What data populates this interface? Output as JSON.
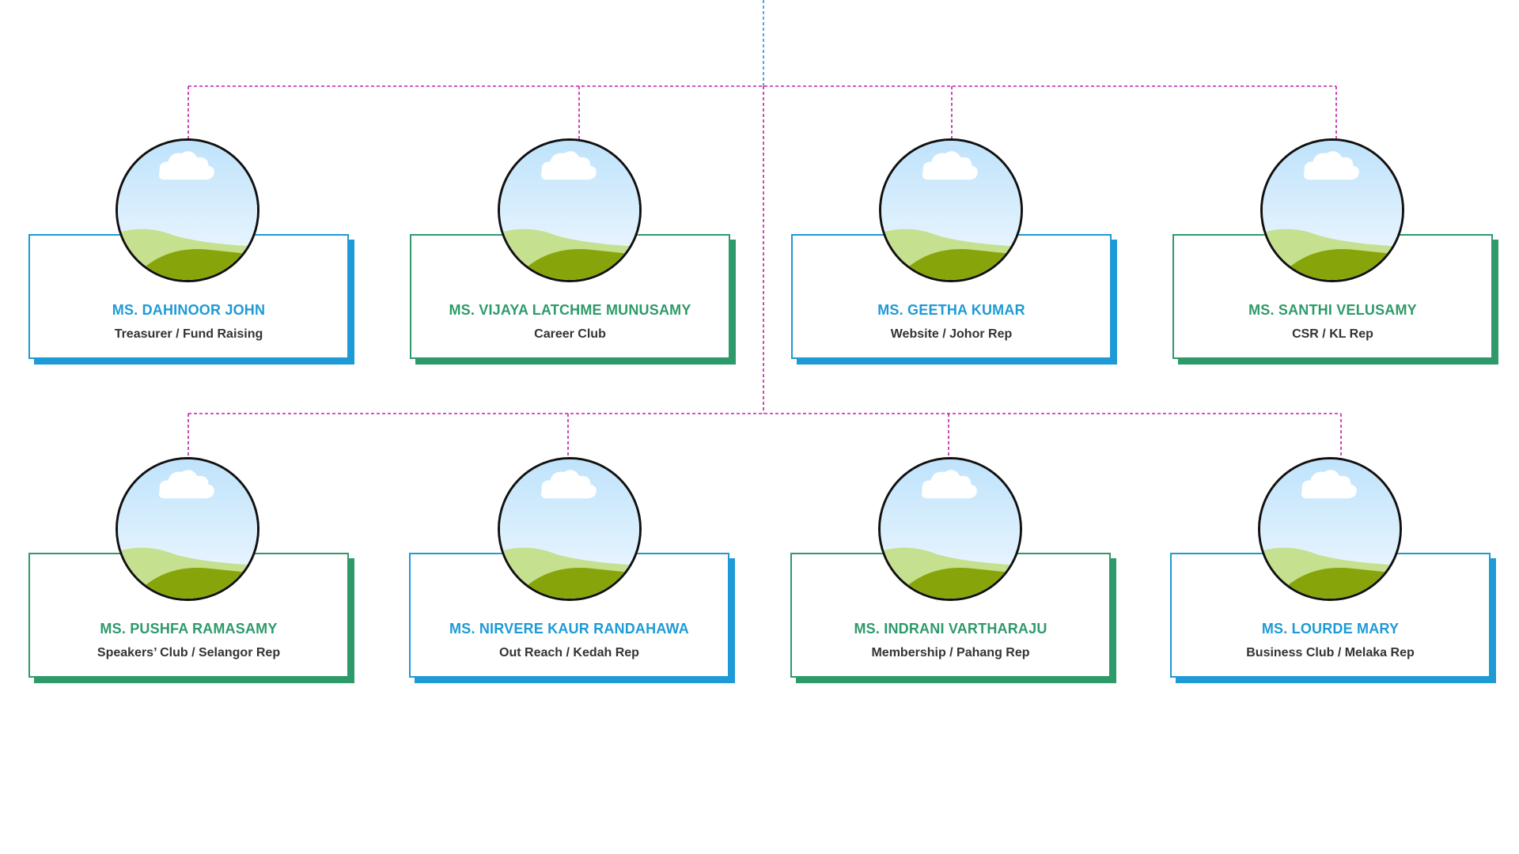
{
  "colors": {
    "blue": "#1e9ad6",
    "green": "#2e9a6a",
    "connector": "#c21fa8",
    "top_connector": "#1e9ad6"
  },
  "members": [
    {
      "name": "MS. DAHINOOR JOHN",
      "role": "Treasurer / Fund Raising",
      "theme": "blue"
    },
    {
      "name": "MS. VIJAYA LATCHME MUNUSAMY",
      "role": "Career Club",
      "theme": "green"
    },
    {
      "name": "MS. GEETHA KUMAR",
      "role": "Website / Johor Rep",
      "theme": "blue"
    },
    {
      "name": "MS. SANTHI VELUSAMY",
      "role": "CSR / KL Rep",
      "theme": "green"
    },
    {
      "name": "MS. PUSHFA RAMASAMY",
      "role": "Speakers’ Club / Selangor Rep",
      "theme": "green"
    },
    {
      "name": "MS. NIRVERE KAUR RANDAHAWA",
      "role": "Out Reach / Kedah Rep",
      "theme": "blue"
    },
    {
      "name": "MS. INDRANI VARTHARAJU",
      "role": "Membership / Pahang Rep",
      "theme": "green"
    },
    {
      "name": "MS. LOURDE MARY",
      "role": "Business Club / Melaka Rep",
      "theme": "blue"
    }
  ],
  "avatar_icon": "landscape-placeholder-icon"
}
